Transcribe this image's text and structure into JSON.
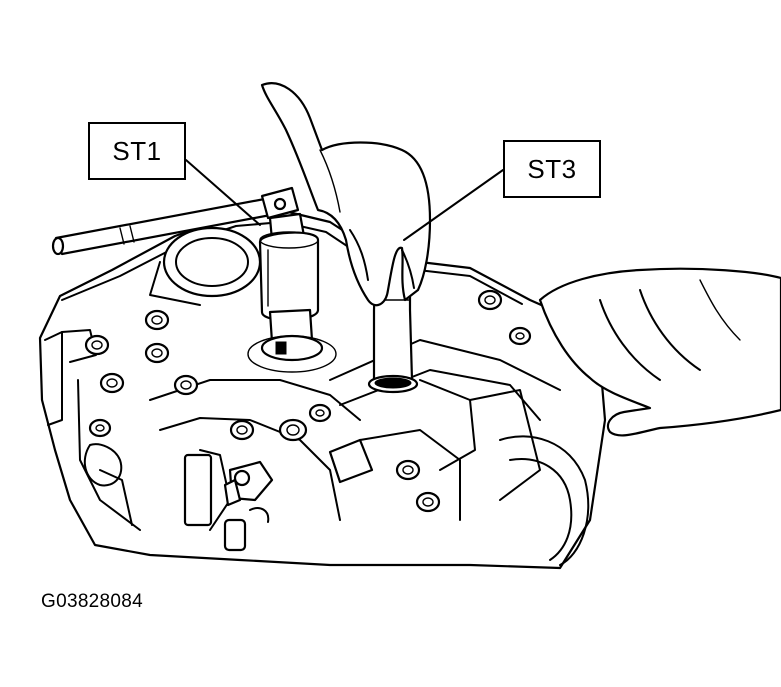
{
  "callouts": {
    "st1": "ST1",
    "st3": "ST3"
  },
  "figure_code": "G03828084",
  "colors": {
    "ink": "#000000",
    "paper": "#ffffff"
  }
}
